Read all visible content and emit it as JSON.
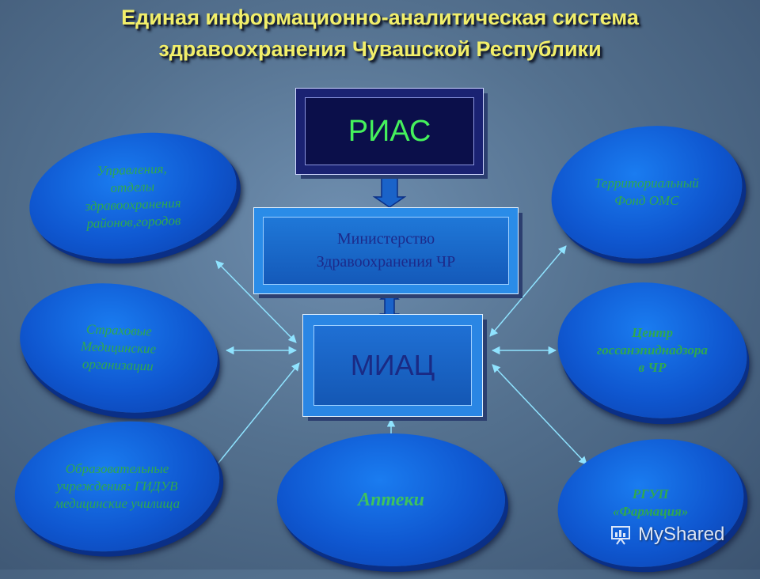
{
  "title": {
    "line1": "Единая информационно-аналитическая система",
    "line2": "здравоохранения Чувашской Республики"
  },
  "nodes": {
    "rias": "РИАС",
    "ministry_line1": "Министерство",
    "ministry_line2": "Здравоохранения ЧР",
    "miac": "МИАЦ",
    "district_departments": [
      "Управления,",
      "отделы",
      "здравоохранения",
      "районов,городов"
    ],
    "insurance_orgs": [
      "Страховые",
      "Медицинские",
      "организации"
    ],
    "educational": [
      "Образовательные",
      "учреждения: ГИДУВ",
      "медицинские училища"
    ],
    "pharmacies": "Аптеки",
    "oms_fund": [
      "Территориальный",
      "Фонд ОМС"
    ],
    "sanepid_center": [
      "Центр",
      "госсанэпиднадзора",
      "в ЧР"
    ],
    "pharmacia": [
      "РГУП",
      "«Фармация»"
    ]
  },
  "watermark": "MyShared",
  "colors": {
    "title_text": "#f2ef6a",
    "node_text": "#2fa84f",
    "rias_text": "#45f15c",
    "arrow": "#8fe3ff",
    "connector": "#1a63c9"
  }
}
